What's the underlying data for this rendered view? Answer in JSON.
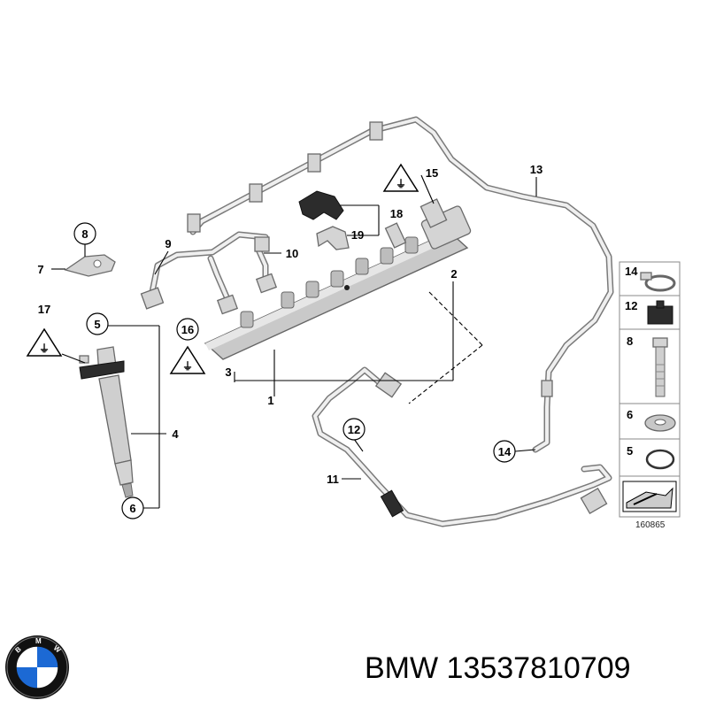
{
  "callouts": {
    "c1": "1",
    "c2": "2",
    "c3": "3",
    "c4": "4",
    "c5": "5",
    "c6": "6",
    "c7": "7",
    "c8": "8",
    "c9": "9",
    "c10": "10",
    "c11": "11",
    "c12": "12",
    "c13": "13",
    "c14": "14",
    "c15": "15",
    "c16": "16",
    "c17": "17",
    "c18": "18",
    "c19": "19"
  },
  "legend": {
    "items": [
      "14",
      "12",
      "8",
      "6",
      "5"
    ],
    "diagram_number": "160865"
  },
  "brand": {
    "logo_letters": "BMW",
    "logo_colors": {
      "blue": "#1c69d4",
      "white": "#ffffff",
      "ring": "#111111"
    }
  },
  "caption": {
    "part_number": "BMW 13537810709"
  }
}
